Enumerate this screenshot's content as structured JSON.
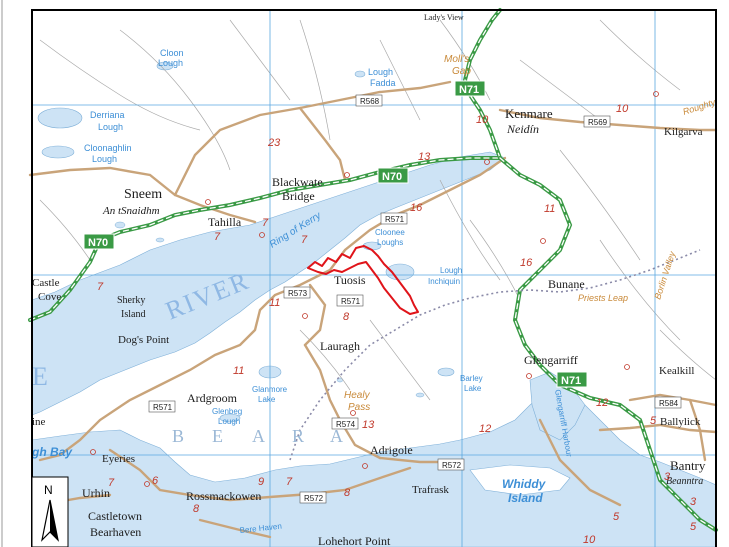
{
  "places": {
    "ladys_view": "Lady's View",
    "kenmare": "Kenmare",
    "kenmare_irish": "Neidín",
    "kilgarvan": "Kilgarva",
    "sneem": "Sneem",
    "sneem_irish": "An tSnaidhm",
    "tahilla": "Tahilla",
    "blackwater": "Blackwate",
    "bridge": "Bridge",
    "castle": "Castle",
    "cove": "Cove",
    "sherky": "Sherky",
    "sherky_island": "Island",
    "dogs_point": "Dog's Point",
    "tuosist": "Tuosis",
    "lauragh": "Lauragh",
    "ardgroom": "Ardgroom",
    "bunane": "Bunane",
    "glengarriff": "Glengarriff",
    "kealkill": "Kealkill",
    "ballylickey": "Ballylick",
    "bantry": "Bantry",
    "bantry_irish": "Beanntra",
    "adrigole": "Adrigole",
    "trafrask": "Trafrask",
    "eyeries": "Eyeries",
    "urhin": "Urhin",
    "rossmackowen": "Rossmackowen",
    "castletown": "Castletown",
    "bearhaven": "Bearhaven",
    "lohehort_point": "Lohehort Point",
    "ine": "ine"
  },
  "water": {
    "cloon_lough_1": "Cloon",
    "cloon_lough_2": "Lough",
    "lough_fadda_1": "Lough",
    "lough_fadda_2": "Fadda",
    "derriana_1": "Derriana",
    "derriana_2": "Lough",
    "cloonaghlin_1": "Cloonaghlin",
    "cloonaghlin_2": "Lough",
    "cloonee_1": "Cloonee",
    "cloonee_2": "Loughs",
    "inchiquin_1": "Lough",
    "inchiquin_2": "Inchiquin",
    "glanmore_1": "Glanmore",
    "glanmore_2": "Lake",
    "glenbeg_1": "Glenbeg",
    "glenbeg_2": "Lough",
    "barley_1": "Barley",
    "barley_2": "Lake",
    "whiddy_1": "Whiddy",
    "whiddy_2": "Island",
    "bay": "gh Bay",
    "glengarriff_harbour": "Glengarriff Harbour",
    "bere_haven": "Bere Haven",
    "river": "RIVER",
    "river_e": "E",
    "ring_of_kerry": "Ring of Kerry"
  },
  "orange": {
    "molls_gap_1": "Moll's",
    "molls_gap_2": "Gap",
    "healy_pass_1": "Healy",
    "healy_pass_2": "Pass",
    "priests_leap": "Priests Leap",
    "borlin_valley": "Borlin Valley",
    "roughty": "Roughty"
  },
  "beara_letters": [
    "B",
    "E",
    "A",
    "R",
    "A"
  ],
  "roads": {
    "n70_west": "N70",
    "n70_east": "N70",
    "n71_north": "N71",
    "n71_south": "N71",
    "r568": "R568",
    "r569": "R569",
    "r571_north": "R571",
    "r571_mid": "R571",
    "r571_west": "R571",
    "r573": "R573",
    "r574": "R574",
    "r572": "R572",
    "r572_east": "R572",
    "r584": "R584"
  },
  "distances": [
    "23",
    "13",
    "10",
    "10",
    "16",
    "11",
    "16",
    "7",
    "7",
    "7",
    "11",
    "8",
    "11",
    "7",
    "13",
    "12",
    "12",
    "5",
    "7",
    "6",
    "9",
    "7",
    "8",
    "8",
    "5",
    "3",
    "3",
    "10",
    "5"
  ],
  "compass": "N",
  "colors": {
    "water": "#cde3f5",
    "land": "#ffffff",
    "grid": "#5aa8e0",
    "national_road": "#3a9a45",
    "regional_road": "#c9a47a",
    "route": "#e0141a",
    "border": "#000000"
  }
}
